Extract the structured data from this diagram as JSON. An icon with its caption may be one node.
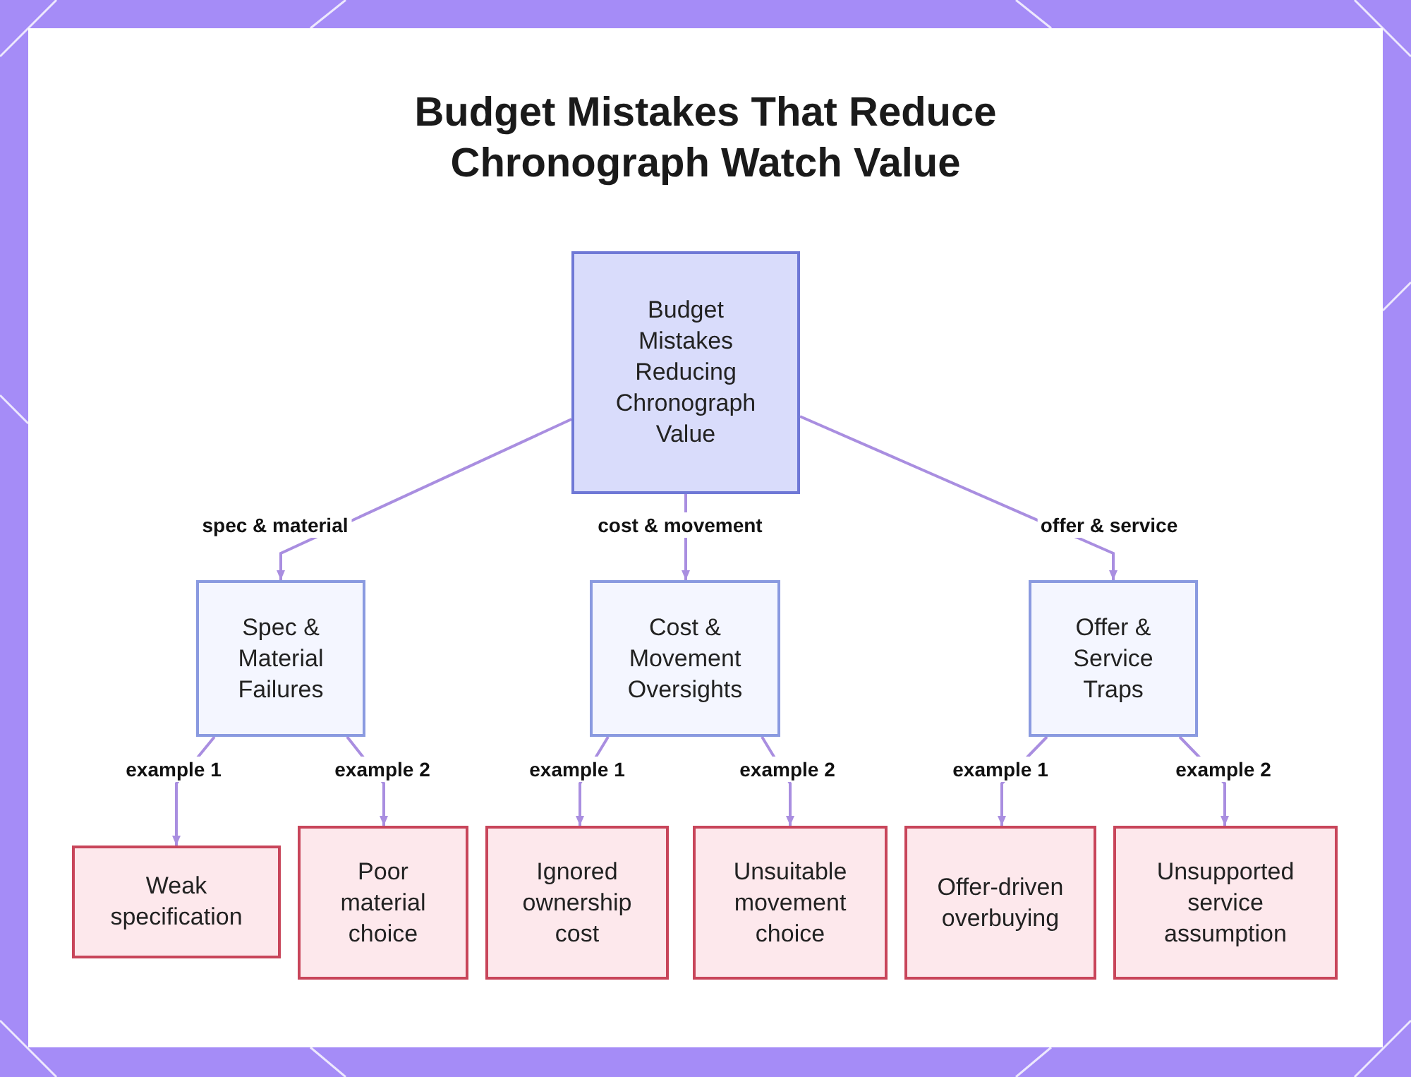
{
  "diagram": {
    "title": "Budget Mistakes That Reduce Chronograph Watch Value",
    "nodes": [
      {
        "text": [
          "Budget Mistakes Reducing Chronograph Value"
        ]
      },
      {
        "text": [
          "Spec & Material Failures"
        ]
      },
      {
        "text": [
          "Cost & Movement Oversights"
        ]
      },
      {
        "text": [
          "Offer & Service Traps"
        ]
      },
      {
        "text": [
          "Weak specification"
        ]
      },
      {
        "text": [
          "Poor material choice"
        ]
      },
      {
        "text": [
          "Ignored ownership cost"
        ]
      },
      {
        "text": [
          "Unsuitable movement choice"
        ]
      },
      {
        "text": [
          "Offer-driven overbuying"
        ]
      },
      {
        "text": [
          "Unsupported service assumption"
        ]
      }
    ],
    "edges": [
      {
        "from": 0,
        "to": 1,
        "arrow": "to",
        "label": "spec & material"
      },
      {
        "from": 0,
        "to": 2,
        "arrow": "to",
        "label": "cost & movement"
      },
      {
        "from": 0,
        "to": 3,
        "arrow": "to",
        "label": "offer & service"
      },
      {
        "from": 1,
        "to": 4,
        "arrow": "to",
        "label": "example 1"
      },
      {
        "from": 1,
        "to": 5,
        "arrow": "to",
        "label": "example 2"
      },
      {
        "from": 2,
        "to": 6,
        "arrow": "to",
        "label": "example 1"
      },
      {
        "from": 2,
        "to": 7,
        "arrow": "to",
        "label": "example 2"
      },
      {
        "from": 3,
        "to": 8,
        "arrow": "to",
        "label": "example 1"
      },
      {
        "from": 3,
        "to": 9,
        "arrow": "to",
        "label": "example 2"
      }
    ]
  }
}
